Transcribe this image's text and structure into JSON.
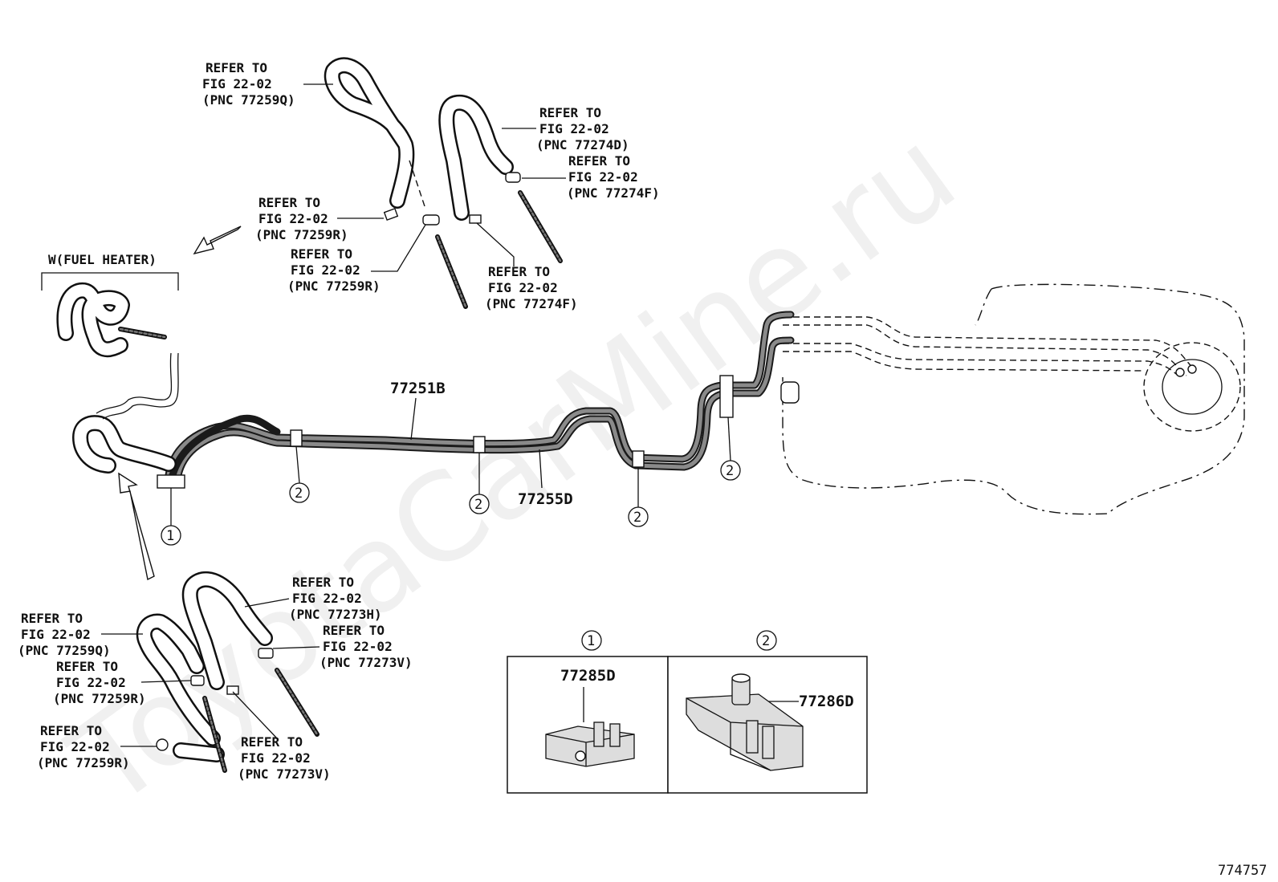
{
  "watermark": "ToyotaCarMine.ru",
  "diagram_id": "774757",
  "section_label": "W(FUEL HEATER)",
  "part_numbers": {
    "main_tube": "77251B",
    "sub_tube": "77255D",
    "clamp_1": "77285D",
    "clamp_2": "77286D"
  },
  "callout_numbers": {
    "one": "1",
    "two": "2"
  },
  "refer_labels": [
    {
      "line1": "REFER TO",
      "line2": "FIG 22-02",
      "line3": "(PNC 77259Q)"
    },
    {
      "line1": "REFER TO",
      "line2": "FIG 22-02",
      "line3": "(PNC 77274D)"
    },
    {
      "line1": "REFER TO",
      "line2": "FIG 22-02",
      "line3": "(PNC 77274F)"
    },
    {
      "line1": "REFER TO",
      "line2": "FIG 22-02",
      "line3": "(PNC 77259R)"
    },
    {
      "line1": "REFER TO",
      "line2": "FIG 22-02",
      "line3": "(PNC 77259R)"
    },
    {
      "line1": "REFER TO",
      "line2": "FIG 22-02",
      "line3": "(PNC 77274F)"
    },
    {
      "line1": "REFER TO",
      "line2": "FIG 22-02",
      "line3": "(PNC 77273H)"
    },
    {
      "line1": "REFER TO",
      "line2": "FIG 22-02",
      "line3": "(PNC 77259Q)"
    },
    {
      "line1": "REFER TO",
      "line2": "FIG 22-02",
      "line3": "(PNC 77273V)"
    },
    {
      "line1": "REFER TO",
      "line2": "FIG 22-02",
      "line3": "(PNC 77259R)"
    },
    {
      "line1": "REFER TO",
      "line2": "FIG 22-02",
      "line3": "(PNC 77259R)"
    },
    {
      "line1": "REFER TO",
      "line2": "FIG 22-02",
      "line3": "(PNC 77273V)"
    }
  ]
}
